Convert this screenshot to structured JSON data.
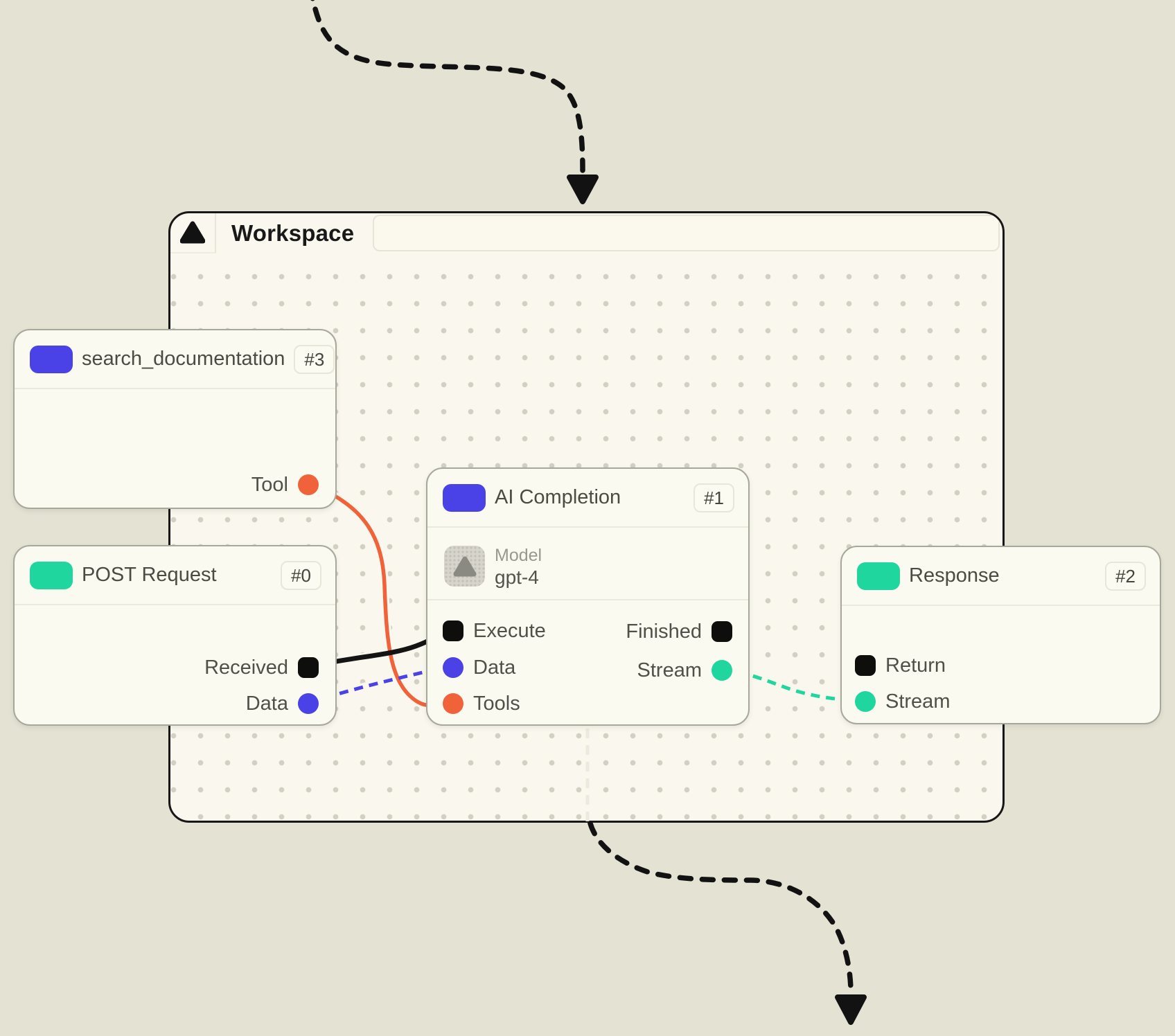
{
  "workspace": {
    "title": "Workspace"
  },
  "nodes": {
    "search_documentation": {
      "title": "search_documentation",
      "badge": "#3",
      "ports": {
        "tool": {
          "label": "Tool",
          "color": "#f0623a",
          "shape": "circle"
        }
      }
    },
    "post_request": {
      "title": "POST Request",
      "badge": "#0",
      "ports": {
        "received": {
          "label": "Received",
          "color": "#0e0e0c",
          "shape": "square"
        },
        "data": {
          "label": "Data",
          "color": "#4a41e6",
          "shape": "circle"
        }
      }
    },
    "ai_completion": {
      "title": "AI Completion",
      "badge": "#1",
      "model": {
        "label": "Model",
        "value": "gpt-4"
      },
      "ports": {
        "execute": {
          "label": "Execute",
          "color": "#0e0e0c",
          "shape": "square"
        },
        "data": {
          "label": "Data",
          "color": "#4a41e6",
          "shape": "circle"
        },
        "tools": {
          "label": "Tools",
          "color": "#f0623a",
          "shape": "circle"
        },
        "finished": {
          "label": "Finished",
          "color": "#0e0e0c",
          "shape": "square"
        },
        "stream": {
          "label": "Stream",
          "color": "#1fd79e",
          "shape": "circle"
        }
      }
    },
    "response": {
      "title": "Response",
      "badge": "#2",
      "ports": {
        "return": {
          "label": "Return",
          "color": "#0e0e0c",
          "shape": "square"
        },
        "stream": {
          "label": "Stream",
          "color": "#1fd79e",
          "shape": "circle"
        }
      }
    }
  },
  "connections": [
    {
      "from": "search_documentation.tool",
      "to": "ai_completion.tools",
      "style": "solid",
      "color": "#f0623a"
    },
    {
      "from": "post_request.received",
      "to": "ai_completion.execute",
      "style": "solid",
      "color": "#141414"
    },
    {
      "from": "post_request.data",
      "to": "ai_completion.data",
      "style": "dashed",
      "color": "#4a41e6"
    },
    {
      "from": "ai_completion.stream",
      "to": "response.stream",
      "style": "dashed",
      "color": "#1fd79e"
    }
  ],
  "annotations": {
    "incoming_flow_arrow": "dashed-top",
    "outgoing_flow_arrow": "dashed-bottom"
  },
  "colors": {
    "outer_background": "#e4e2d3",
    "canvas_background": "#faf8ee",
    "node_background": "#fbfaf0",
    "panel_border": "#171717",
    "accent_blue": "#4a41e6",
    "accent_green": "#1fd79e",
    "accent_orange": "#f0623a",
    "port_black": "#0e0e0c",
    "grid_dot": "#d2d0c3"
  }
}
